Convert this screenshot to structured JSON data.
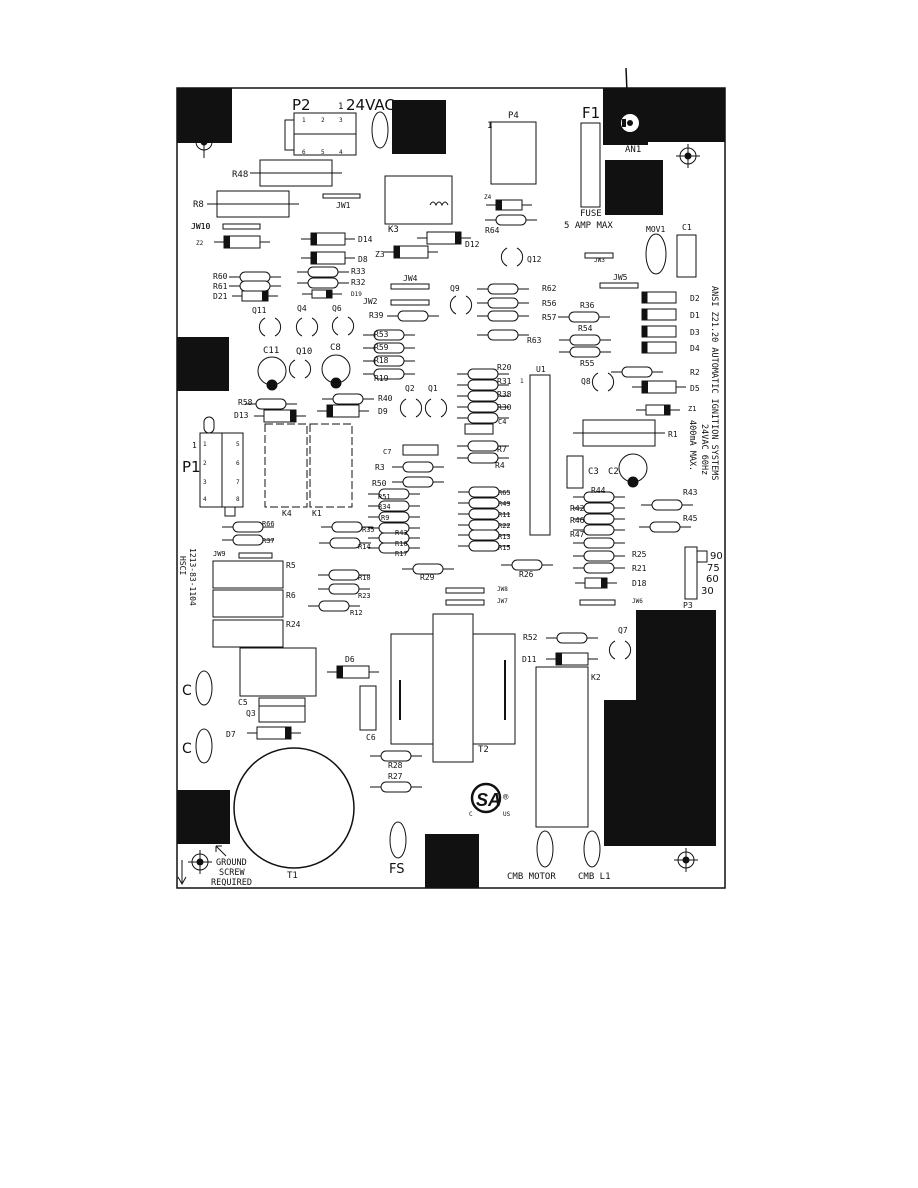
{
  "connectors": {
    "p2": "P2",
    "p2_pin1": "1",
    "p2_voltage": "24VAC",
    "p2_pins": [
      "1",
      "2",
      "3",
      "4",
      "5",
      "6"
    ],
    "p4": "P4",
    "p4_pin1": "1",
    "p1": "P1",
    "p1_pin1": "1",
    "p1_pins": [
      "1",
      "2",
      "3",
      "4",
      "5",
      "6",
      "7",
      "8"
    ],
    "p3": "P3",
    "p3_taps": [
      "90",
      "75",
      "60",
      "30"
    ]
  },
  "fuse": {
    "label": "F1",
    "type": "FUSE",
    "rating": "5  AMP  MAX"
  },
  "an1": "AN1",
  "labels": {
    "r48": "R48",
    "r8": "R8",
    "jw1": "JW1",
    "jw10": "JW10",
    "z2": "Z2",
    "d14": "D14",
    "d8": "D8",
    "r33": "R33",
    "r32": "R32",
    "d19": "D19",
    "r60": "R60",
    "r61": "R61",
    "d21": "D21",
    "k3": "K3",
    "z3": "Z3",
    "d12": "D12",
    "z4": "Z4",
    "r64": "R64",
    "q12": "Q12",
    "jw3": "JW3",
    "mov1": "MOV1",
    "c1": "C1",
    "jw4": "JW4",
    "jw2": "JW2",
    "q9": "Q9",
    "jw5": "JW5",
    "r62": "R62",
    "r56": "R56",
    "r57": "R57",
    "r63": "R63",
    "r36": "R36",
    "r54": "R54",
    "r55": "R55",
    "d2": "D2",
    "d1": "D1",
    "d3": "D3",
    "d4": "D4",
    "q11": "Q11",
    "q4": "Q4",
    "q6": "Q6",
    "r39": "R39",
    "r53": "R53",
    "r59": "R59",
    "r18": "R18",
    "r19": "R19",
    "c11": "C11",
    "q10": "Q10",
    "c8": "C8",
    "r20": "R20",
    "r31": "R31",
    "r38": "R38",
    "r30": "R30",
    "u1": "U1",
    "u1_pin": "1",
    "q8": "Q8",
    "r2": "R2",
    "d5": "D5",
    "z1": "Z1",
    "r58": "R58",
    "d13": "D13",
    "r40": "R40",
    "d9": "D9",
    "q2": "Q2",
    "q1": "Q1",
    "c4": "C4",
    "r1": "R1",
    "c7": "C7",
    "r7": "R7",
    "r4": "R4",
    "r3": "R3",
    "r50": "R50",
    "c3": "C3",
    "c2": "C2",
    "k4": "K4",
    "k1": "K1",
    "r51": "R51",
    "r34": "R34",
    "r9": "R9",
    "r43x": "R43",
    "r16": "R16",
    "r17": "R17",
    "r65": "R65",
    "r49": "R49",
    "r11": "R11",
    "r22": "R22",
    "r13": "R13",
    "r15": "R15",
    "r44": "R44",
    "r42": "R42",
    "r46": "R46",
    "r47": "R47",
    "r43": "R43",
    "r45": "R45",
    "r66": "R66",
    "r37": "R37",
    "r35": "R35",
    "r14": "R14",
    "jw9": "JW9",
    "r5": "R5",
    "r6": "R6",
    "r24": "R24",
    "r10": "R10",
    "r23": "R23",
    "r12": "R12",
    "r29": "R29",
    "r26": "R26",
    "jw8": "JW8",
    "jw7": "JW7",
    "jw6": "JW6",
    "r25": "R25",
    "r21": "R21",
    "d18": "D18",
    "r52": "R52",
    "q7": "Q7",
    "d11": "D11",
    "k2": "K2",
    "d6": "D6",
    "c5": "C5",
    "q3": "Q3",
    "d7": "D7",
    "c6": "C6",
    "t2": "T2",
    "r28": "R28",
    "r27": "R27",
    "t1": "T1",
    "c_top": "C",
    "c_bot": "C"
  },
  "side_text": [
    "ANSI  Z21.20  AUTOMATIC  IGNITION  SYSTEMS",
    "24VAC  60Hz",
    "400mA  MAX."
  ],
  "part_number": [
    "1213-83-1104",
    "HSCI"
  ],
  "cert": {
    "mark": "SA",
    "registered": "®",
    "left": "C",
    "right": "US"
  },
  "terminals": {
    "fs": "FS",
    "cmb_motor": "CMB  MOTOR",
    "cmb_l1": "CMB  L1"
  },
  "ground_note": [
    "GROUND",
    "SCREW",
    "REQUIRED"
  ]
}
